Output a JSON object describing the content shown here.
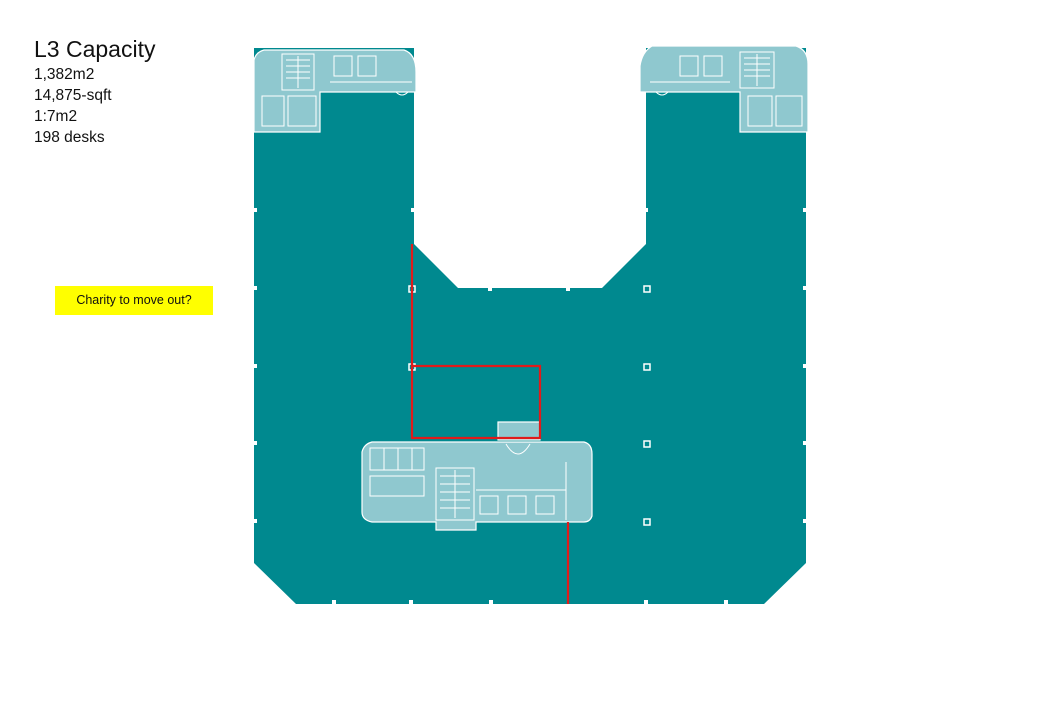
{
  "plan": {
    "title": "L3 Capacity",
    "stats": [
      "1,382m2",
      "14,875-sqft",
      "1:7m2",
      "198 desks"
    ],
    "note": "Charity to move out?"
  },
  "colors": {
    "floor": "#00898f",
    "core": "#8fc8cf",
    "core_line": "#ffffff",
    "boundary": "#e01b1b",
    "note_bg": "#ffff00"
  }
}
